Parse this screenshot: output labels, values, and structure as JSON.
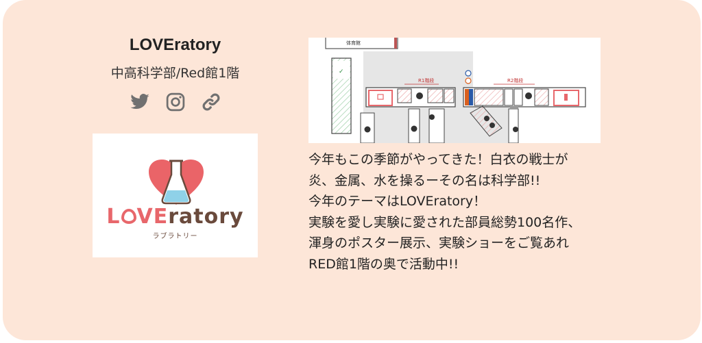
{
  "club": {
    "name": "LOVEratory",
    "subtitle": "中高科学部/Red館1階"
  },
  "socials": [
    {
      "icon": "twitter-icon"
    },
    {
      "icon": "instagram-icon"
    },
    {
      "icon": "link-icon"
    }
  ],
  "logo": {
    "text_part1": "L",
    "text_part2": "VE",
    "text_part3": "ratory",
    "reading": "ラブラトリー"
  },
  "map": {
    "label_gym": "体育館",
    "label_stairs_r1": "R1階段",
    "label_stairs_r2": "R2階段"
  },
  "description": [
    "今年もこの季節がやってきた！白衣の戦士が",
    "炎、金属、水を操るーその名は科学部!!",
    "今年のテーマはLOVEratory！",
    "実験を愛し実験に愛された部員総勢100名作、",
    "渾身のポスター展示、実験ショーをご覧あれ",
    "RED館1階の奥で活動中!!"
  ],
  "colors": {
    "card_bg": "#fde6d8",
    "accent_red": "#e8676b",
    "logo_brown": "#6a4a3c"
  }
}
